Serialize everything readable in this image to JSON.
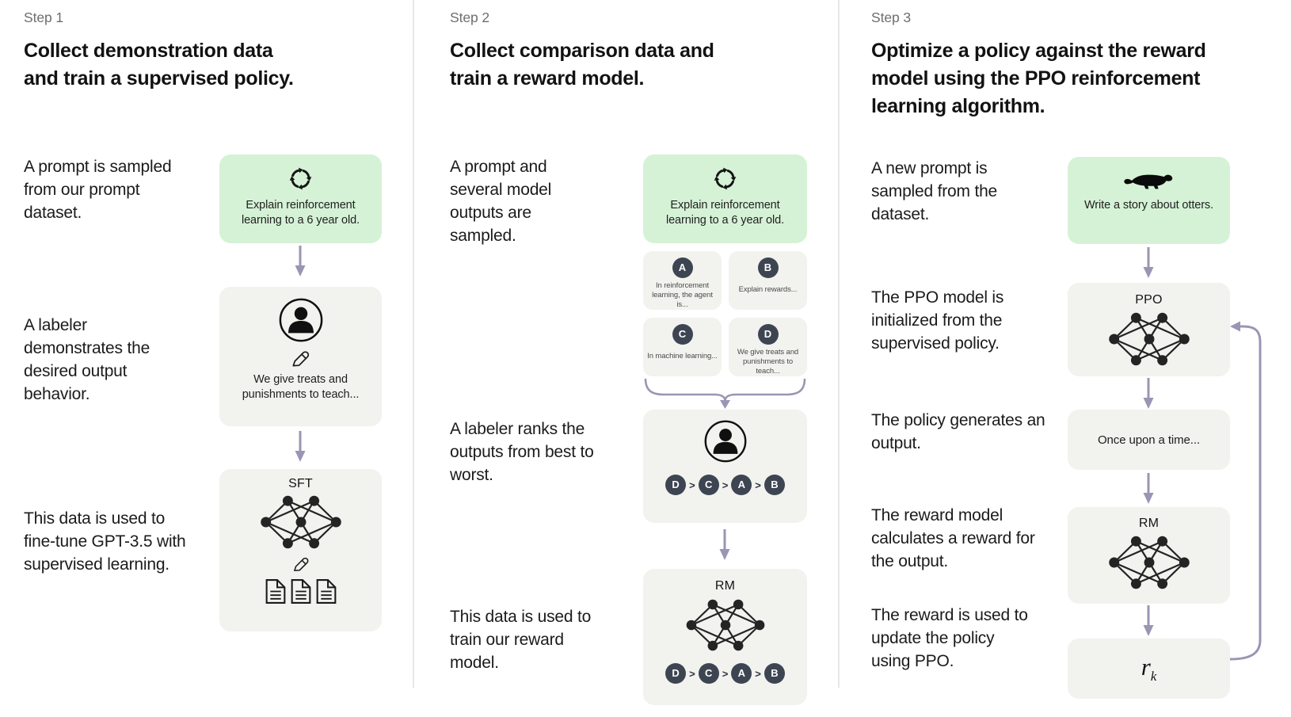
{
  "colors": {
    "prompt_box_bg": "#d5f2d6",
    "model_box_bg": "#f2f2ef",
    "badge_bg": "#3e4552",
    "arrow": "#9996b4",
    "divider": "#e7e7e7"
  },
  "step1": {
    "label": "Step 1",
    "title": "Collect demonstration data and train a supervised policy.",
    "caption_prompt": "A prompt is sampled from our prompt dataset.",
    "prompt_box": "Explain reinforcement learning to a 6 year old.",
    "caption_labeler": "A labeler demonstrates the desired output behavior.",
    "labeler_box": "We give treats and punishments to teach...",
    "caption_finetune": "This data is used to fine-tune GPT-3.5 with supervised learning.",
    "model_label": "SFT"
  },
  "step2": {
    "label": "Step 2",
    "title": "Collect comparison data and train a reward model.",
    "caption_prompt": "A prompt and several model outputs are sampled.",
    "prompt_box": "Explain reinforcement learning to a 6 year old.",
    "outputs": [
      {
        "letter": "A",
        "text": "In reinforcement learning, the agent is..."
      },
      {
        "letter": "B",
        "text": "Explain rewards..."
      },
      {
        "letter": "C",
        "text": "In machine learning..."
      },
      {
        "letter": "D",
        "text": "We give treats and punishments to teach..."
      }
    ],
    "caption_rank": "A labeler ranks the outputs from best to worst.",
    "ranking": [
      "D",
      "C",
      "A",
      "B"
    ],
    "rank_separator": ">",
    "caption_train": "This data is used to train our reward model.",
    "model_label": "RM"
  },
  "step3": {
    "label": "Step 3",
    "title": "Optimize a policy against the reward model using the PPO reinforcement learning algorithm.",
    "caption_prompt": "A new prompt is sampled from the dataset.",
    "prompt_box": "Write a story about otters.",
    "caption_ppo": "The PPO model is initialized from the supervised policy.",
    "ppo_label": "PPO",
    "caption_output": "The policy generates an output.",
    "output_box": "Once upon a time...",
    "caption_reward_model": "The reward model calculates a reward for the output.",
    "rm_label": "RM",
    "caption_update": "The reward is used to update the policy using PPO.",
    "reward_symbol": "r",
    "reward_subscript": "k"
  }
}
